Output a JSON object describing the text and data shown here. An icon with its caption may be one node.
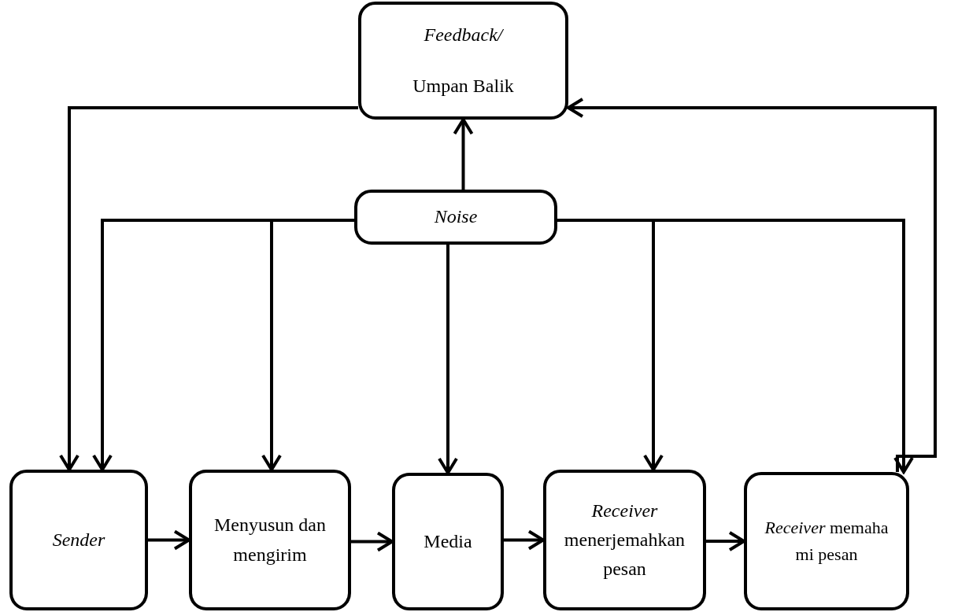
{
  "diagram": {
    "nodes": [
      {
        "text": [
          "Feedback/",
          "Umpan Balik"
        ]
      },
      {
        "text": [
          "Noise"
        ]
      },
      {
        "text": [
          "Sender"
        ]
      },
      {
        "text": [
          "Menyusun dan mengirim"
        ]
      },
      {
        "text": [
          "Media"
        ]
      },
      {
        "text": [
          "*Receiver* menerjemahkan pesan"
        ]
      },
      {
        "text": [
          "*Receiver* memahami pesan"
        ]
      }
    ],
    "edges": [
      {
        "from": 2,
        "to": 3,
        "arrow": "to"
      },
      {
        "from": 3,
        "to": 4,
        "arrow": "to"
      },
      {
        "from": 4,
        "to": 5,
        "arrow": "to"
      },
      {
        "from": 5,
        "to": 6,
        "arrow": "to"
      },
      {
        "from": 1,
        "to": 0,
        "arrow": "to"
      },
      {
        "from": 0,
        "to": 2,
        "arrow": "to"
      },
      {
        "from": 6,
        "to": 0,
        "arrow": "to"
      },
      {
        "from": 1,
        "to": 2,
        "arrow": "to"
      },
      {
        "from": 1,
        "to": 3,
        "arrow": "to"
      },
      {
        "from": 1,
        "to": 4,
        "arrow": "to"
      },
      {
        "from": 1,
        "to": 5,
        "arrow": "to"
      },
      {
        "from": 1,
        "to": 6,
        "arrow": "to"
      }
    ]
  }
}
